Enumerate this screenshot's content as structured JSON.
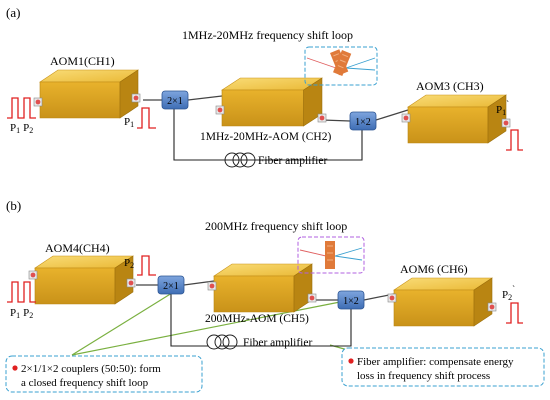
{
  "panel_a": {
    "tag": "(a)",
    "loop_title": "1MHz-20MHz frequency shift loop",
    "aom1": "AOM1(CH1)",
    "aom2": "1MHz-20MHz-AOM  (CH2)",
    "aom3": "AOM3 (CH3)",
    "coupler_in": "2×1",
    "coupler_out": "1×2",
    "amp": "Fiber amplifier",
    "pulse_in_p1": "P",
    "pulse_in_p1_sub": "1",
    "pulse_in_p2": "P",
    "pulse_in_p2_sub": "2",
    "pulse_mid": "P",
    "pulse_mid_sub": "1",
    "pulse_out": "P",
    "pulse_out_sub": "1",
    "pulse_out_sup": "`"
  },
  "panel_b": {
    "tag": "(b)",
    "loop_title": "200MHz frequency shift loop",
    "aom4": "AOM4(CH4)",
    "aom5": "200MHz-AOM  (CH5)",
    "aom6": "AOM6 (CH6)",
    "coupler_in": "2×1",
    "coupler_out": "1×2",
    "amp": "Fiber amplifier",
    "pulse_in_p1": "P",
    "pulse_in_p1_sub": "1",
    "pulse_in_p2": "P",
    "pulse_in_p2_sub": "2",
    "pulse_mid": "P",
    "pulse_mid_sub": "2",
    "pulse_out": "P",
    "pulse_out_sub": "2",
    "pulse_out_sup": "`",
    "note_couplers_line1": "2×1/1×2 couplers (50:50): form",
    "note_couplers_line2": "a closed frequency shift loop",
    "note_amp_line1": "Fiber amplifier: compensate energy",
    "note_amp_line2": "loss in frequency shift process"
  },
  "colors": {
    "aom_top": "#f3c94a",
    "aom_front": "#e0a823",
    "aom_side": "#b98512",
    "coupler": "#4f7fc7",
    "title_blue": "#2f6db5",
    "title_purple": "#a040d0",
    "dash_blue": "#3aa0d0",
    "dash_purple": "#b060e0",
    "pulse_red": "#e02020",
    "note_line": "#7ab040",
    "crystal": "#e07a3a"
  }
}
